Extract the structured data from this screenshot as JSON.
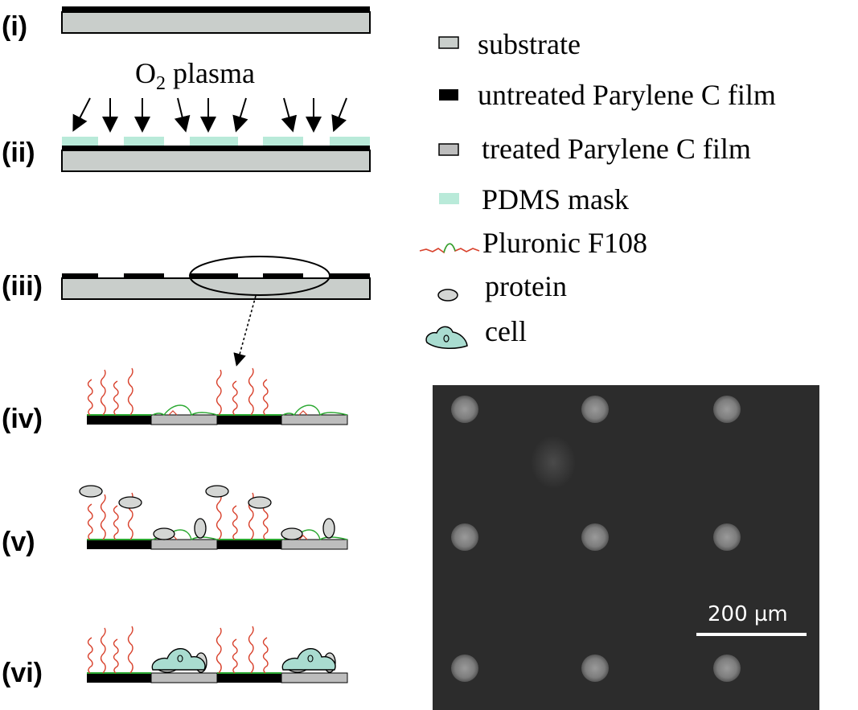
{
  "steps": {
    "i": "(i)",
    "ii": "(ii)",
    "iii": "(iii)",
    "iv": "(iv)",
    "v": "(v)",
    "vi": "(vi)"
  },
  "plasma": {
    "main": "O",
    "sub": "2",
    "rest": " plasma"
  },
  "legend": {
    "substrate": "substrate",
    "untreated": "untreated Parylene C film",
    "treated": "treated Parylene C film",
    "pdms": "PDMS mask",
    "pluronic": "Pluronic F108",
    "protein": "protein",
    "cell": "cell"
  },
  "micrograph": {
    "scale_label": "200 µm"
  },
  "colors": {
    "substrate": "#c9cecb",
    "parylene_untreated": "#000000",
    "parylene_treated": "#bdbdbd",
    "pdms_mask": "#b9ead9",
    "pluronic_red": "#d8412c",
    "pluronic_green": "#2aa830",
    "protein": "#d4d6d4",
    "cell": "#a9dcd0",
    "micrograph_bg": "#2c2c2c"
  }
}
